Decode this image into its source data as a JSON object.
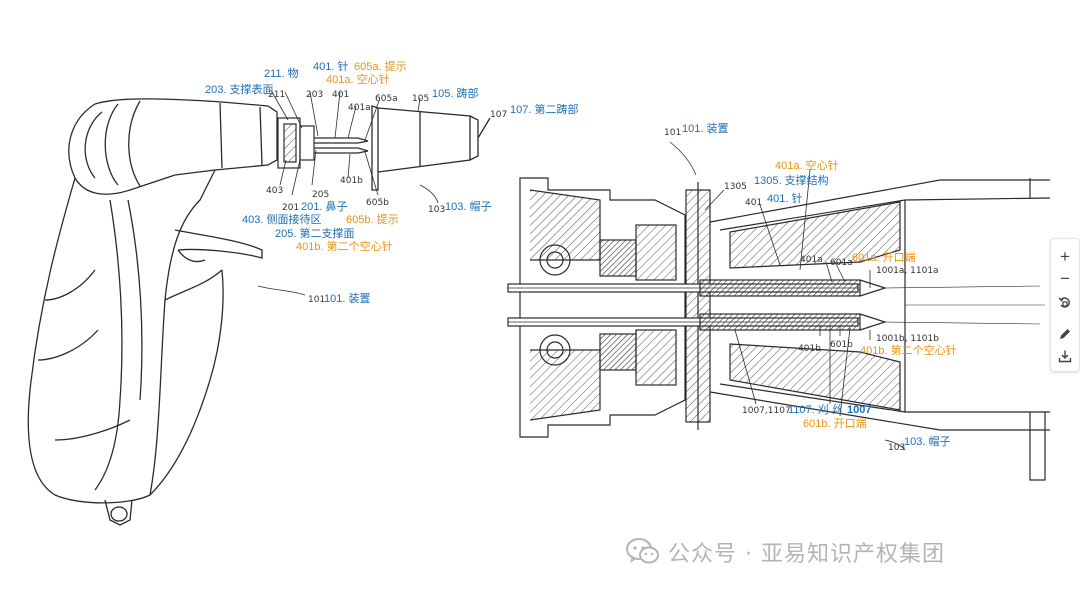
{
  "fig_left": {
    "labels": [
      {
        "id": "l-211",
        "text": "211. 物",
        "color": "blue"
      },
      {
        "id": "l-401",
        "text": "401. 针",
        "color": "blue"
      },
      {
        "id": "l-605a",
        "text": "605a. 提示",
        "color": "orange"
      },
      {
        "id": "l-401a",
        "text": "401a. 空心针",
        "color": "orange"
      },
      {
        "id": "l-203",
        "text": "203. 支撑表面",
        "color": "blue"
      },
      {
        "id": "l-105",
        "text": "105. 踌部",
        "color": "blue"
      },
      {
        "id": "l-107",
        "text": "107. 第二踌部",
        "color": "blue"
      },
      {
        "id": "l-103",
        "text": "103. 帽子",
        "color": "blue"
      },
      {
        "id": "l-201",
        "text": "201. 鼻子",
        "color": "blue"
      },
      {
        "id": "l-403",
        "text": "403. 侧面接待区",
        "color": "blue"
      },
      {
        "id": "l-605b",
        "text": "605b. 提示",
        "color": "orange"
      },
      {
        "id": "l-205",
        "text": "205. 第二支撑面",
        "color": "blue"
      },
      {
        "id": "l-401b",
        "text": "401b. 第二个空心针",
        "color": "orange"
      },
      {
        "id": "l-101",
        "text": "101. 装置",
        "color": "blue"
      }
    ],
    "refs": [
      "211",
      "203",
      "401",
      "401a",
      "605a",
      "105",
      "107",
      "403",
      "201",
      "205",
      "401b",
      "605b",
      "103",
      "101"
    ]
  },
  "fig_right": {
    "labels": [
      {
        "id": "r-101",
        "text": "101. 装置",
        "color": "blue"
      },
      {
        "id": "r-401a",
        "text": "401a. 空心针",
        "color": "orange"
      },
      {
        "id": "r-1305",
        "text": "1305. 支撑结构",
        "color": "blue"
      },
      {
        "id": "r-401",
        "text": "401. 针",
        "color": "blue"
      },
      {
        "id": "r-601a",
        "text": "601a. 开口端",
        "color": "orange"
      },
      {
        "id": "r-401b",
        "text": "401b. 第二个空心针",
        "color": "orange"
      },
      {
        "id": "r-1107",
        "text": "1107. 刈 丝",
        "color": "blue"
      },
      {
        "id": "r-1007",
        "text": "1007",
        "color": "blue"
      },
      {
        "id": "r-601b",
        "text": "601b. 开口端",
        "color": "orange"
      },
      {
        "id": "r-103",
        "text": "103. 帽子",
        "color": "blue"
      }
    ],
    "refs": [
      "101",
      "1305",
      "401",
      "401a",
      "601a",
      "1001a, 1101a",
      "1001b, 1101b",
      "401b",
      "601b",
      "1007,1107",
      "103"
    ]
  },
  "toolbar": {
    "zoom_in": "+",
    "zoom_out": "−",
    "icons": [
      "rotate-icon",
      "edit-icon",
      "download-icon"
    ]
  },
  "watermark": {
    "text": "公众号 · 亚易知识产权集团",
    "icon": "wechat-icon"
  },
  "colors": {
    "label_blue": "#1f6fb5",
    "label_orange": "#e69512",
    "line": "#2b2b2b",
    "watermark": "#b4b4b4"
  }
}
